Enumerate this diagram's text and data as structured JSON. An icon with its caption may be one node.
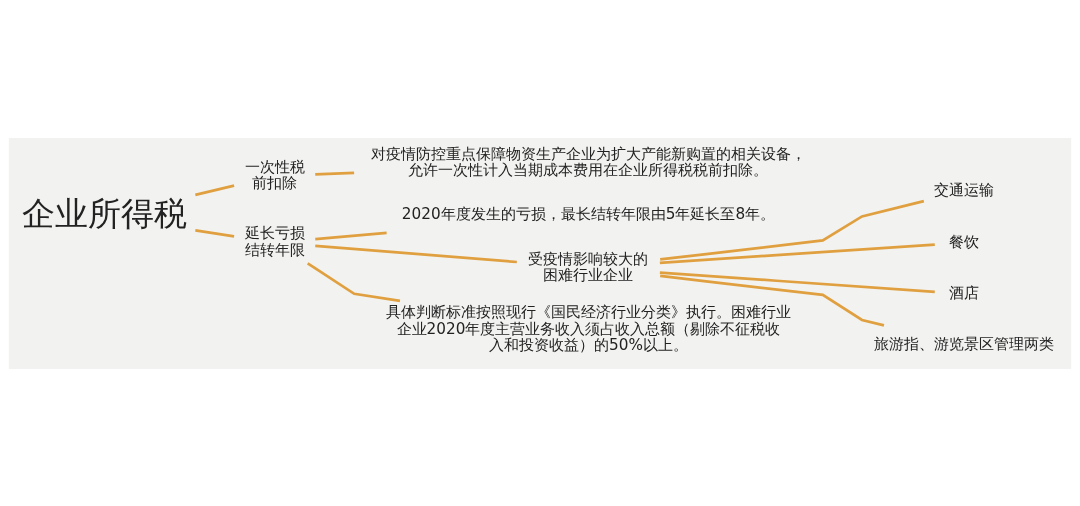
{
  "diagram": {
    "nodes": [
      {
        "text": [
          "企业所得税"
        ]
      },
      {
        "text": [
          "一次性税前扣除"
        ]
      },
      {
        "text": [
          "对疫情防控重点保障物资生产企业为扩大产能新购置的相关设备，允许一次性计入当期成本费用在企业所得税税前扣除。"
        ]
      },
      {
        "text": [
          "延长亏损结转年限"
        ]
      },
      {
        "text": [
          "2020年度发生的亏损，最长结转年限由5年延长至8年。"
        ]
      },
      {
        "text": [
          "受疫情影响较大的困难行业企业"
        ]
      },
      {
        "text": [
          "交通运输"
        ]
      },
      {
        "text": [
          "餐饮"
        ]
      },
      {
        "text": [
          "酒店"
        ]
      },
      {
        "text": [
          "旅游指、游览景区管理两类"
        ]
      },
      {
        "text": [
          "具体判断标准按照现行《国民经济行业分类》执行。困难行业企业2020年度主营业务收入须占收入总额（剔除不征税收入和投资收益）的50%以上。"
        ]
      }
    ],
    "edges": [
      {
        "from": 0,
        "to": 1,
        "arrow": "none"
      },
      {
        "from": 0,
        "to": 3,
        "arrow": "none"
      },
      {
        "from": 1,
        "to": 2,
        "arrow": "none"
      },
      {
        "from": 3,
        "to": 4,
        "arrow": "none"
      },
      {
        "from": 3,
        "to": 5,
        "arrow": "none"
      },
      {
        "from": 3,
        "to": 10,
        "arrow": "none"
      },
      {
        "from": 5,
        "to": 6,
        "arrow": "none"
      },
      {
        "from": 5,
        "to": 7,
        "arrow": "none"
      },
      {
        "from": 5,
        "to": 8,
        "arrow": "none"
      },
      {
        "from": 5,
        "to": 9,
        "arrow": "none"
      }
    ]
  }
}
